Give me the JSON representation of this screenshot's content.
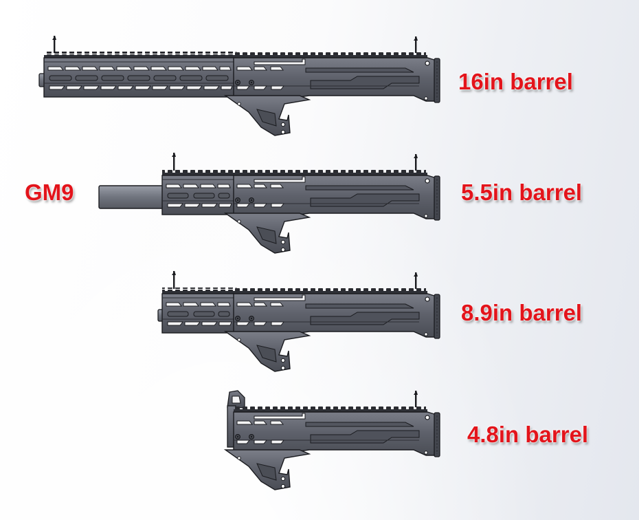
{
  "figure": {
    "type": "cad-render-comparison",
    "subject": "GM9 barrel length configurations",
    "side_label": "GM9",
    "configs": [
      {
        "label": "16in barrel",
        "barrel_in": 16
      },
      {
        "label": "5.5in barrel",
        "barrel_in": 5.5
      },
      {
        "label": "8.9in barrel",
        "barrel_in": 8.9
      },
      {
        "label": "4.8in barrel",
        "barrel_in": 4.8
      }
    ]
  },
  "colors": {
    "label_red": "#e3141b",
    "body_gray": "#5e616b",
    "body_dark": "#3b3d44",
    "outline": "#1a1b1f",
    "barrel_gray": "#6f737d"
  }
}
